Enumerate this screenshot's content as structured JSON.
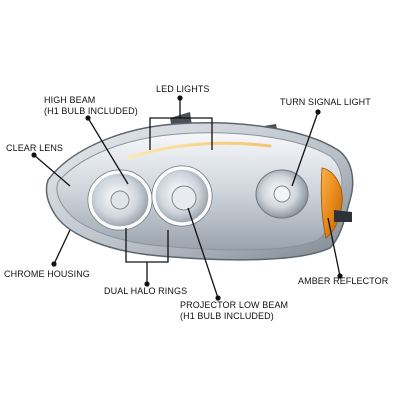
{
  "diagram": {
    "title": "",
    "colors": {
      "background": "#ffffff",
      "leader_line": "#111111",
      "chrome_light": "#eef1f4",
      "chrome_mid": "#c6ccd3",
      "chrome_dark": "#7e8791",
      "amber": "#e88a1a",
      "halo": "#ffffff"
    },
    "callouts": [
      {
        "id": "led-lights",
        "lines": [
          "LED LIGHTS"
        ]
      },
      {
        "id": "high-beam",
        "lines": [
          "HIGH BEAM",
          "(H1 BULB INCLUDED)"
        ]
      },
      {
        "id": "turn-signal-light",
        "lines": [
          "TURN SIGNAL LIGHT"
        ]
      },
      {
        "id": "clear-lens",
        "lines": [
          "CLEAR LENS"
        ]
      },
      {
        "id": "chrome-housing",
        "lines": [
          "CHROME HOUSING"
        ]
      },
      {
        "id": "amber-reflector",
        "lines": [
          "AMBER REFLECTOR"
        ]
      },
      {
        "id": "dual-halo-rings",
        "lines": [
          "DUAL HALO RINGS"
        ]
      },
      {
        "id": "projector-low-beam",
        "lines": [
          "PROJECTOR LOW BEAM",
          "(H1 BULB INCLUDED)"
        ]
      }
    ]
  }
}
